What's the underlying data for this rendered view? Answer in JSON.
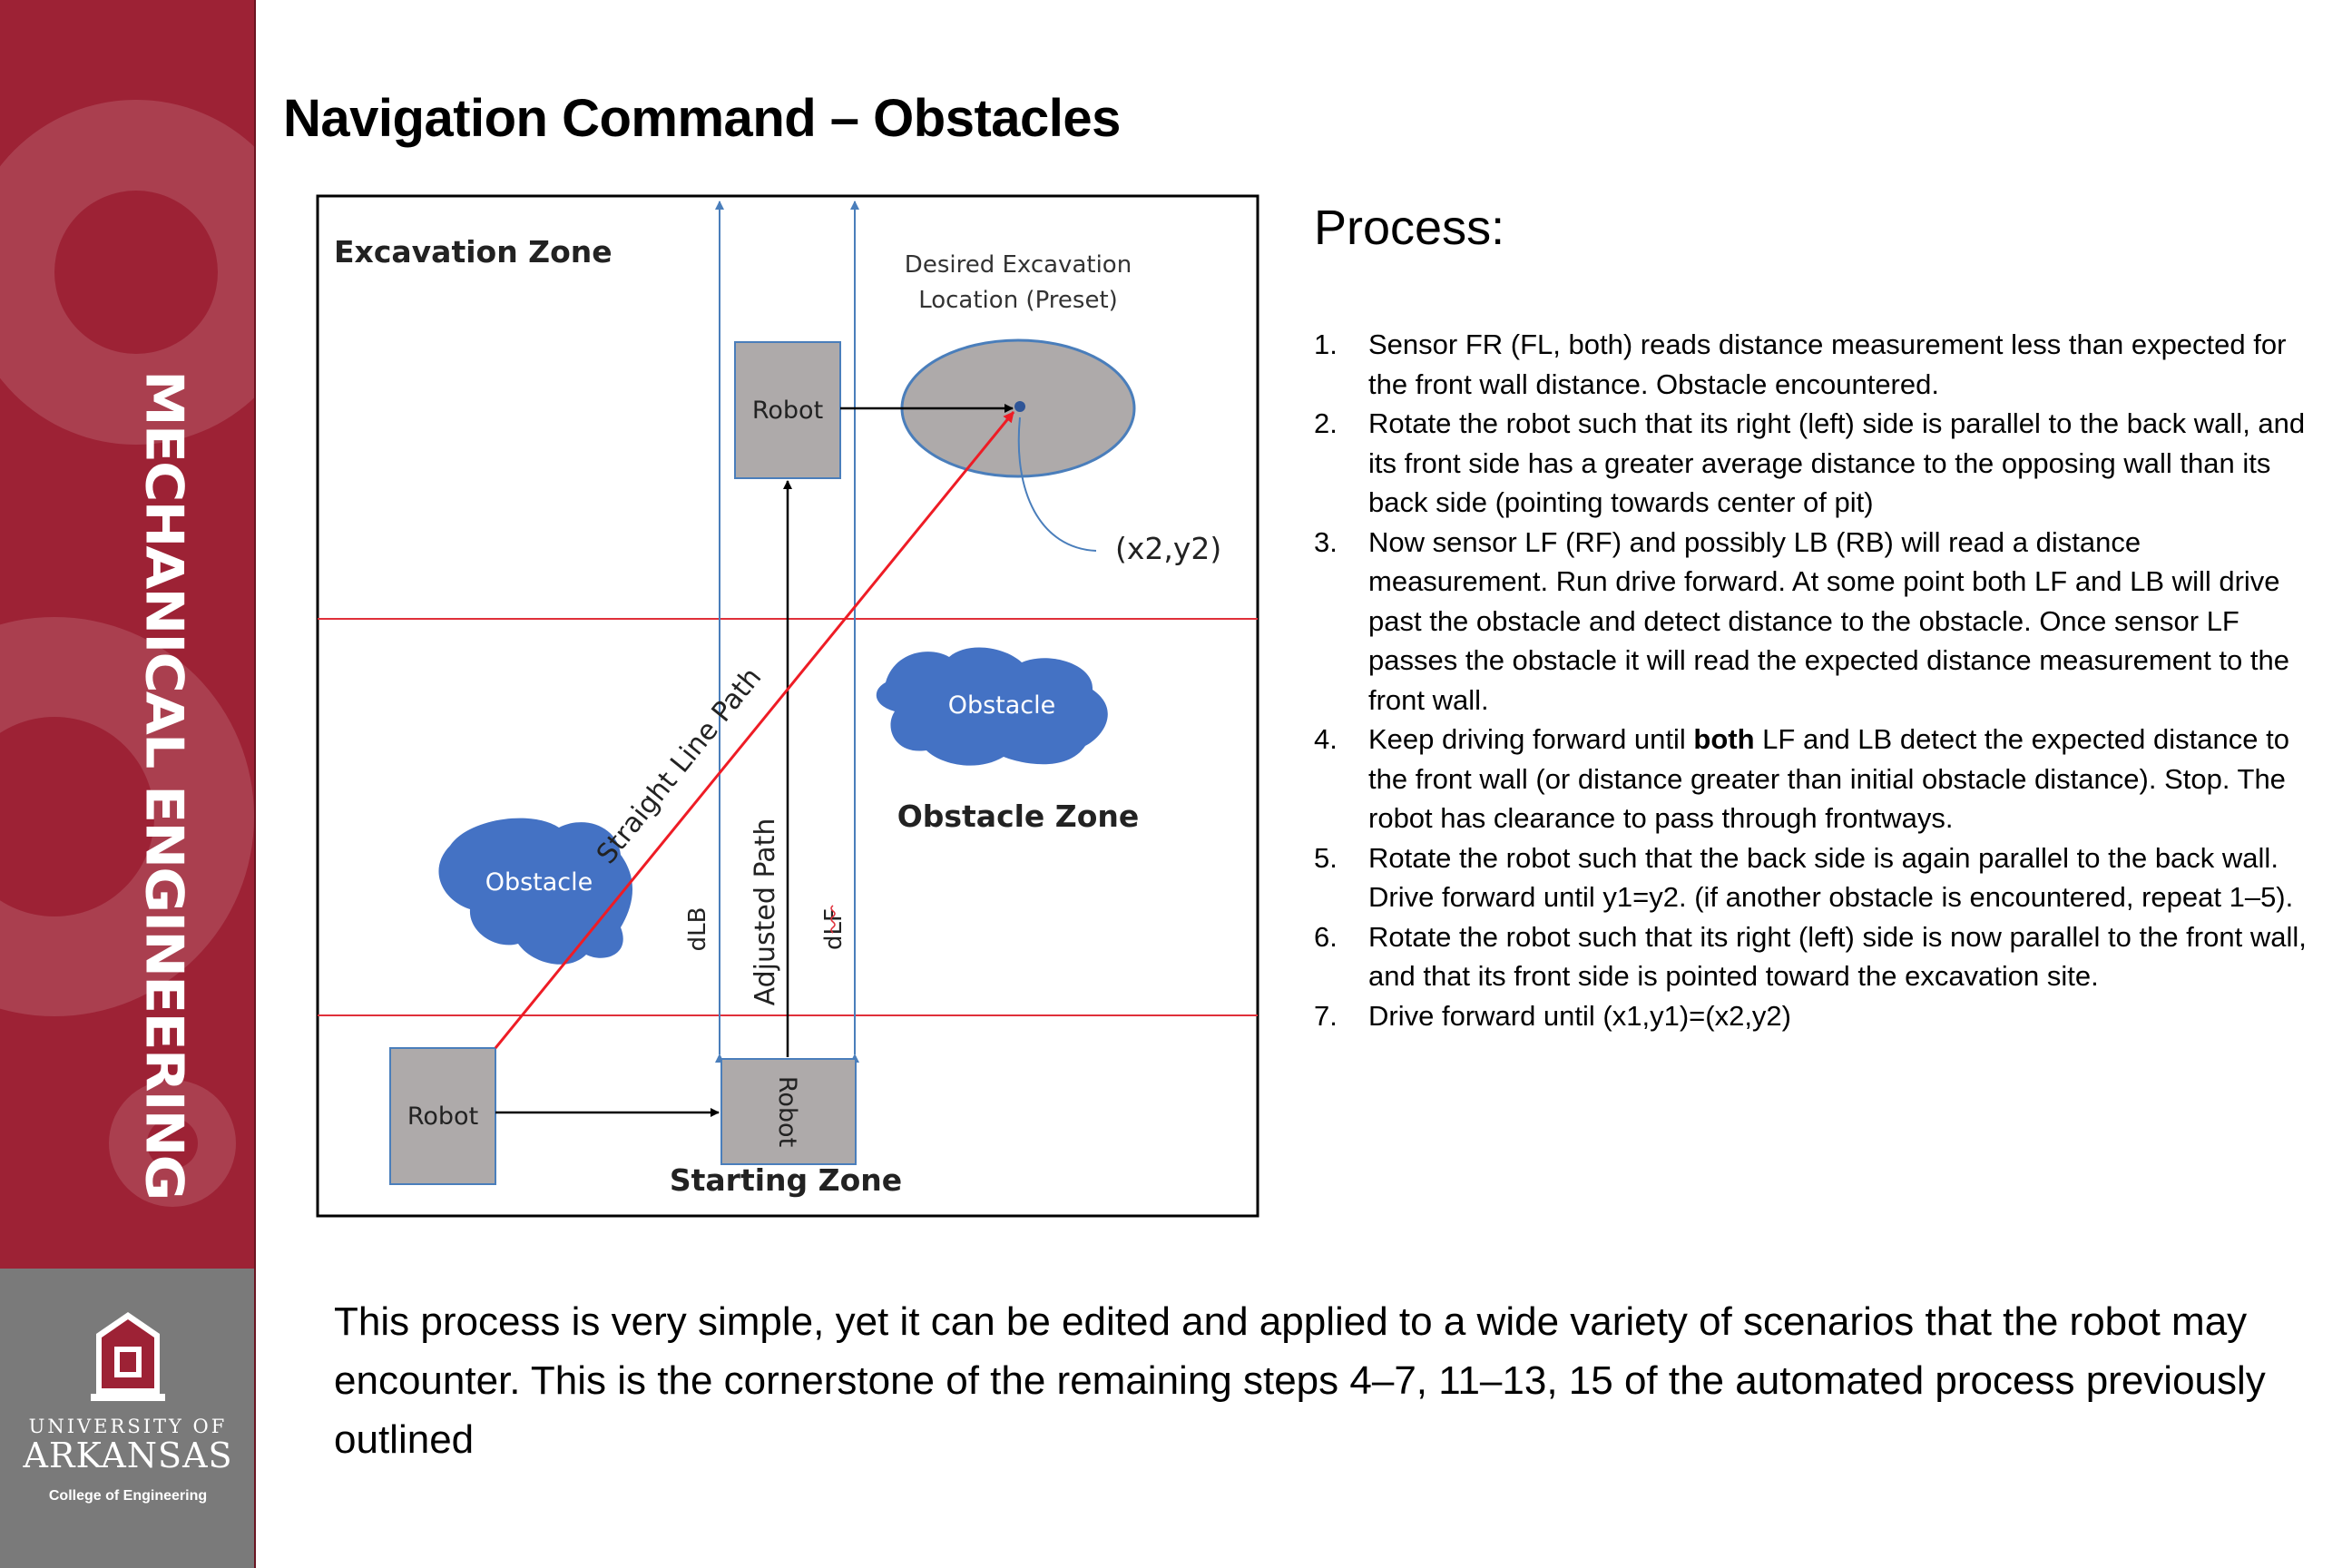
{
  "sidebar": {
    "department": "MECHANICAL ENGINEERING",
    "logo_line1": "UNIVERSITY OF",
    "logo_line2": "ARKANSAS",
    "logo_line3": "College of Engineering",
    "red": "#9d2235",
    "gray": "#7a7a7a"
  },
  "title": "Navigation Command – Obstacles",
  "diagram": {
    "excavation_zone": "Excavation Zone",
    "desired_location_line1": "Desired Excavation",
    "desired_location_line2": "Location (Preset)",
    "target_label": "(x2,y2)",
    "robot_top": "Robot",
    "robot_left": "Robot",
    "robot_start": "Robot",
    "obstacle_right": "Obstacle",
    "obstacle_left": "Obstacle",
    "obstacle_zone": "Obstacle Zone",
    "starting_zone": "Starting Zone",
    "straight_path": "Straight Line Path",
    "adjusted_path": "Adjusted Path",
    "dlb": "dLB",
    "dlf": "dLF",
    "obstacle_color": "#4472c4",
    "robot_color": "#aeaaaa",
    "path_color": "#ee1c25"
  },
  "process": {
    "heading": "Process:",
    "steps": [
      {
        "num": "1.",
        "text": "Sensor FR (FL, both) reads distance measurement less than expected for the front wall distance. Obstacle encountered."
      },
      {
        "num": "2.",
        "text": "Rotate the robot such that its right (left) side is parallel to the back wall, and its front side has a greater average distance to the opposing wall than its back side (pointing towards center of pit)"
      },
      {
        "num": "3.",
        "text": "Now sensor LF (RF) and possibly LB (RB) will read a distance measurement. Run drive forward. At some point both LF and LB will drive past the obstacle and detect distance to the obstacle. Once sensor LF passes the obstacle it will read the expected distance measurement to the front wall."
      },
      {
        "num": "4.",
        "pre": "Keep driving forward until ",
        "bold": "both",
        "post": " LF and LB detect the expected distance to the front wall (or distance greater than initial obstacle distance). Stop. The robot has clearance to pass through frontways."
      },
      {
        "num": "5.",
        "text": "Rotate the robot such that the back side is again parallel to the back wall. Drive forward until y1=y2. (if another obstacle is encountered, repeat 1–5)."
      },
      {
        "num": "6.",
        "text": "Rotate the robot such that its right (left) side is now parallel to the front wall, and that its front side is pointed toward the excavation site."
      },
      {
        "num": "7.",
        "text": "Drive forward until (x1,y1)=(x2,y2)"
      }
    ]
  },
  "summary": "This process is very simple, yet it can be edited and applied to a wide variety of scenarios that the robot may encounter. This is the cornerstone of the remaining steps 4–7, 11–13, 15 of the automated process previously outlined"
}
